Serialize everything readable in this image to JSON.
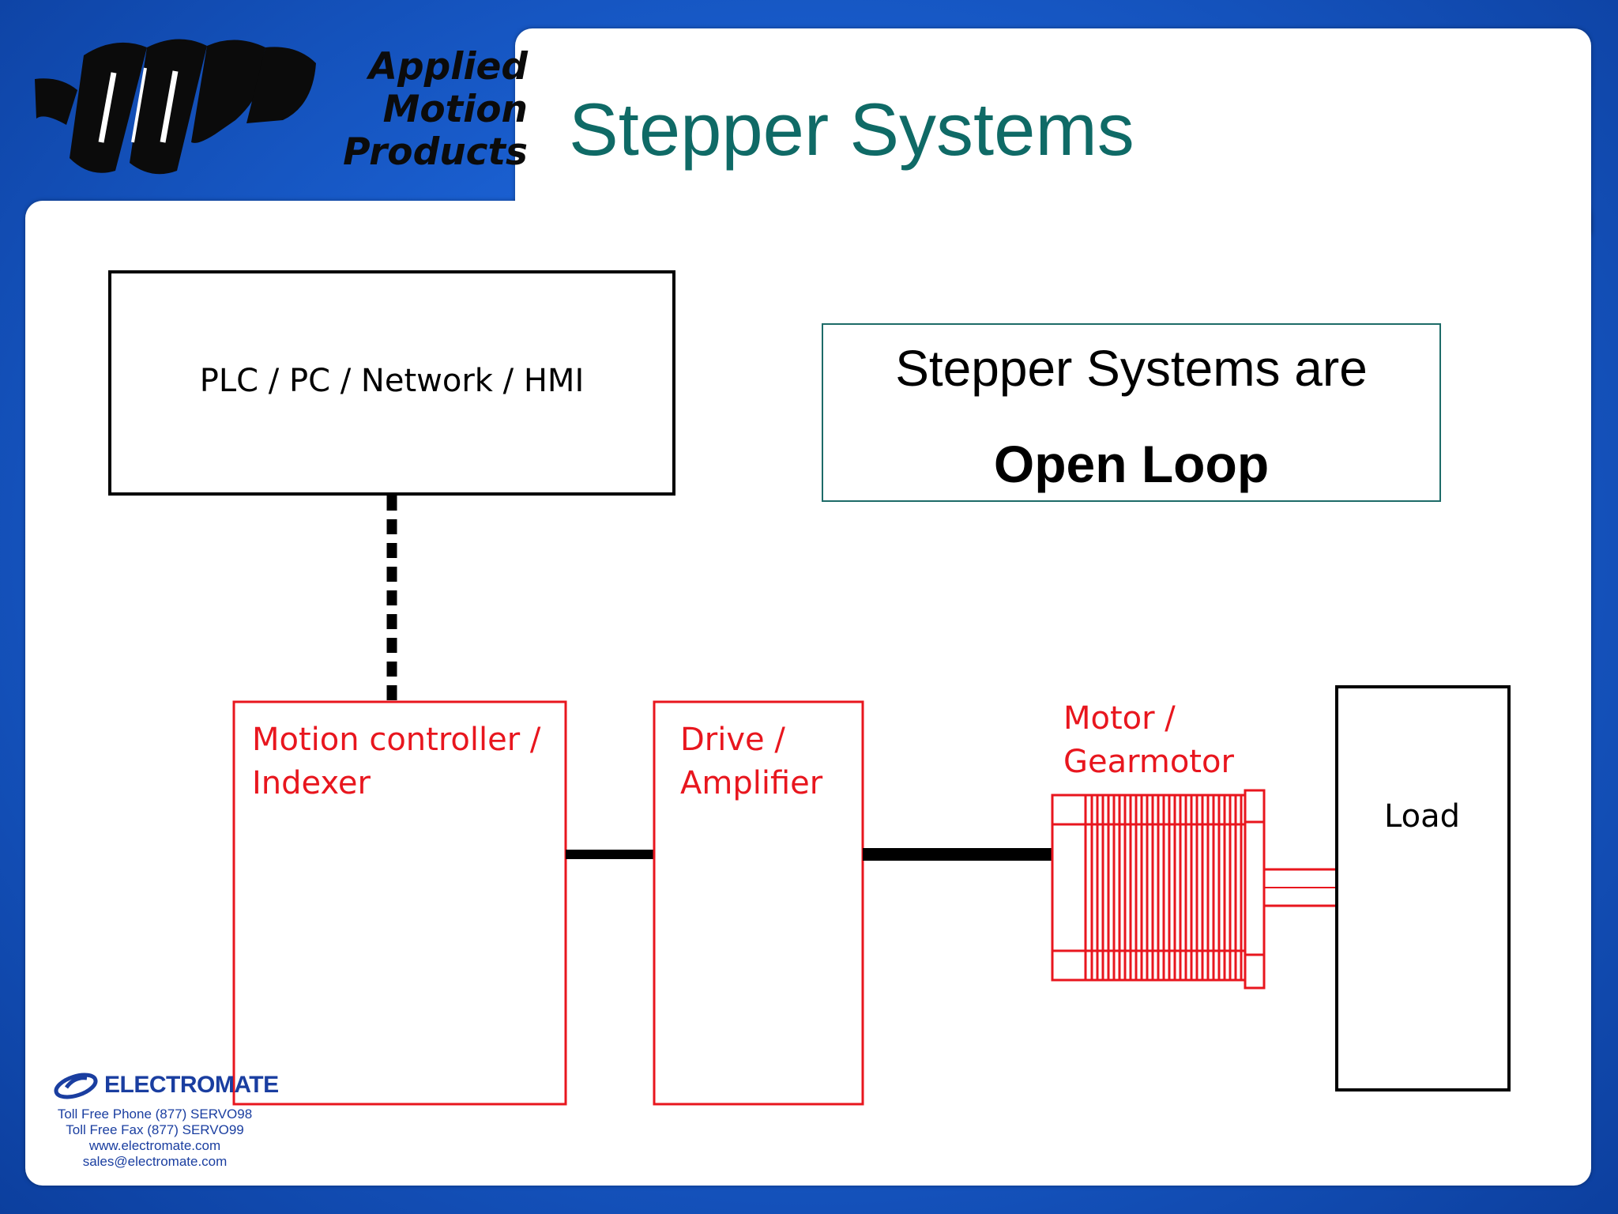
{
  "colors": {
    "title": "#0f6a66",
    "diagram_red": "#e8161e",
    "background_blue": "#1a5fd0",
    "footer_blue": "#1a3ea0"
  },
  "logo": {
    "line1": "Applied",
    "line2": "Motion",
    "line3": "Products"
  },
  "slide": {
    "title": "Stepper Systems"
  },
  "callout": {
    "line1": "Stepper Systems are",
    "line2": "Open Loop"
  },
  "diagram": {
    "plc_label": "PLC / PC / Network / HMI",
    "controller_line1": "Motion controller /",
    "controller_line2": "Indexer",
    "drive_line1": "Drive /",
    "drive_line2": "Amplifier",
    "motor_line1": "Motor /",
    "motor_line2": "Gearmotor",
    "load_label": "Load"
  },
  "footer": {
    "company": "ELECTROMATE",
    "phone": "Toll Free Phone  (877) SERVO98",
    "fax": "Toll Free Fax  (877) SERVO99",
    "web": "www.electromate.com",
    "email": "sales@electromate.com"
  }
}
